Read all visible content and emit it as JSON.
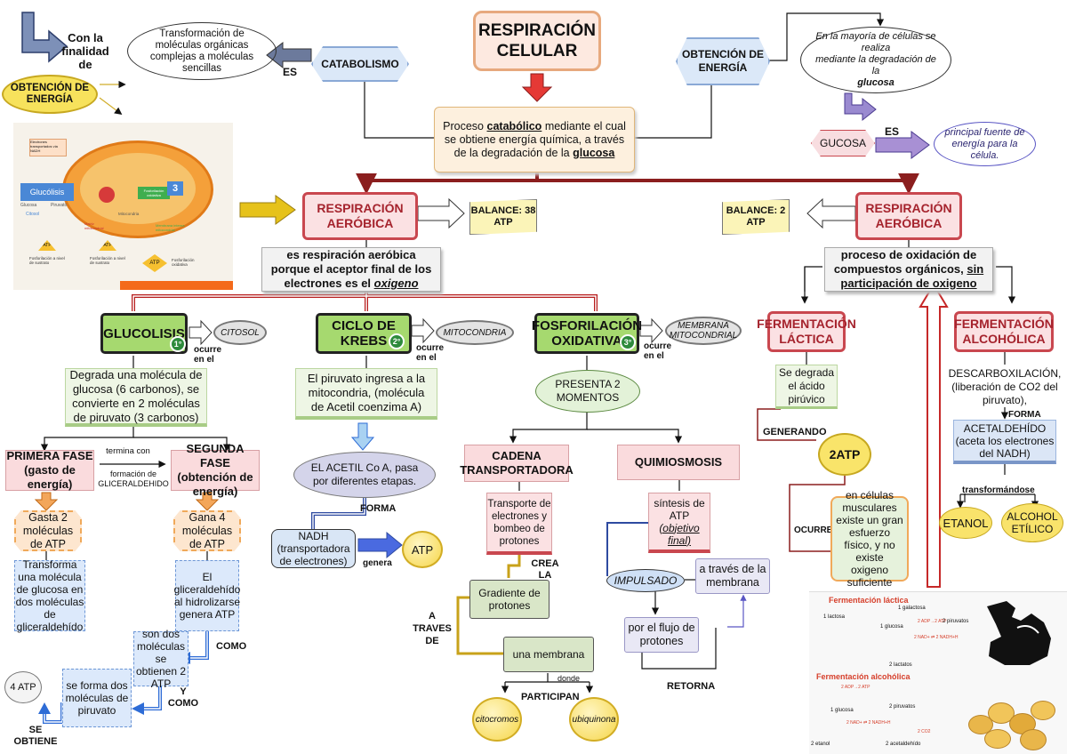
{
  "header": {
    "title_line1": "RESPIRACIÓN",
    "title_line2": "CELULAR",
    "con_la_finalidad": "Con la finalidad de",
    "obtencion_energia": "OBTENCIÓN DE ENERGÍA",
    "transformacion": "Transformación de moléculas orgánicas complejas a moléculas sencillas",
    "es": "ES",
    "catabolismo": "CATABOLISMO",
    "obtencion_energia_right": "OBTENCIÓN DE ENERGÍA",
    "mayoria_line1": "En la mayoría de células se realiza",
    "mayoria_line2": "mediante la degradación de la",
    "mayoria_glucosa": "glucosa",
    "glucosa": "GUCOSA",
    "es2": "ES",
    "principal": "principal fuente de energía para la célula.",
    "proceso_pre": "Proceso",
    "proceso_kw": "catabólico",
    "proceso_mid": "mediante el cual se obtiene energía química, a través de la degradación de la",
    "proceso_end": "glucosa"
  },
  "aerobic": {
    "title": "RESPIRACIÓN AERÓBICA",
    "balance": "BALANCE: 38 ATP",
    "desc_pre": "es respiración aeróbica porque el aceptor final de los electrones es el",
    "desc_kw": "oxigeno"
  },
  "anaerobic": {
    "title": "RESPIRACIÓN AERÓBICA",
    "balance": "BALANCE: 2  ATP",
    "desc_pre": "proceso de oxidación de compuestos orgánicos,",
    "desc_kw": "sin participación de oxigeno"
  },
  "image_labels": {
    "electrons": "Electrones transportados vía NADH",
    "glucolisis": "Glucólisis",
    "glucosa": "Glucosa",
    "piruvato": "Piruvato",
    "citosol": "Citosol",
    "fosforilacion": "Fosforilación oxidativa",
    "three": "3",
    "atp": "ATP",
    "sustrato1": "Fosforilación a nivel de sustrato",
    "sustrato2": "Fosforilación a nivel de sustrato",
    "oxidativa": "Fosforilación oxidativa",
    "matriz": "Matriz mitocondrial",
    "mitocondria": "Mitocondria",
    "membrana": "Membrana interna mitocondrial"
  },
  "glucolisis": {
    "title": "GLUCOLISIS",
    "num": "1°",
    "location": "CITOSOL",
    "ocurre": "ocurre en el",
    "desc": "Degrada una molécula de glucosa (6 carbonos), se convierte en 2 moléculas de piruvato (3 carbonos)",
    "fase1_title": "PRIMERA FASE (gasto de energía)",
    "fase2_title": "SEGUNDA FASE (obtención de energía)",
    "termina": "termina con",
    "formacion": "formación de GLICERALDEHIDO",
    "gasta": "Gasta 2 moléculas de ATP",
    "gana": "Gana 4 moléculas de ATP",
    "transforma": "Transforma una molécula de glucosa en dos moléculas de gliceraldehído",
    "hidroliza": "El gliceraldehído al hidrolizarse genera ATP",
    "como": "COMO",
    "son_dos": "son dos moléculas se obtienen 2 ATP",
    "y_como": "Y COMO",
    "se_forma": "se forma dos moléculas de piruvato",
    "cuatro_atp": "4 ATP",
    "se_obtiene": "SE OBTIENE"
  },
  "krebs": {
    "title": "CICLO DE KREBS",
    "num": "2°",
    "location": "MITOCONDRIA",
    "ocurre": "ocurre en el",
    "desc": "El piruvato ingresa a la mitocondria, (molécula de Acetil coenzima A)",
    "acetil": "EL ACETIL Co A, pasa por diferentes etapas.",
    "forma": "FORMA",
    "nadh": "NADH (transportadora de electrones)",
    "genera": "genera",
    "atp": "ATP"
  },
  "fosforilacion": {
    "title": "FOSFORILACIÓN OXIDATIVA",
    "num": "3°",
    "location": "MEMBRANA MITOCONDRIAL",
    "ocurre": "ocurre en el",
    "presenta": "PRESENTA 2 MOMENTOS",
    "cadena": "CADENA TRANSPORTADORA",
    "quimio": "QUIMIOSMOSIS",
    "transporte": "Transporte de electrones y bombeo de protones",
    "crea": "CREA LA",
    "gradiente": "Gradiente de protones",
    "a_traves": "A TRAVES DE",
    "membrana": "una membrana",
    "donde": "donde",
    "participan": "PARTICIPAN",
    "citocromos": "citocromos",
    "ubiquinona": "ubiquinona",
    "sintesis_pre": "síntesis de ATP",
    "sintesis_kw": "(objetivo final)",
    "impulsado": "IMPULSADO",
    "flujo": "por el flujo de protones",
    "traves_membrana": "a través de la membrana",
    "retorna": "RETORNA"
  },
  "lactica": {
    "title": "FERMENTACIÓN LÁCTICA",
    "desc": "Se degrada el ácido pirúvico",
    "generando": "GENERANDO",
    "atp": "2ATP",
    "ocurre": "OCURRE",
    "celulas": "en células musculares existe un gran esfuerzo físico, y no existe oxigeno suficiente"
  },
  "alcoholica": {
    "title": "FERMENTACIÓN ALCOHÓLICA",
    "desc": "DESCARBOXILACIÓN, (liberación de CO2 del piruvato),",
    "forma": "FORMA",
    "acetaldehido": "ACETALDEHÍDO (aceta los electrones del NADH)",
    "transformandose": "transformándose",
    "etanol": "ETANOL",
    "alcohol": "ALCOHOL ETÍLICO"
  },
  "ferment_panel": {
    "lactica_title": "Fermentación láctica",
    "alcoholica_title": "Fermentación alcohólica",
    "galactosa": "1 galactosa",
    "lactosa": "1 lactosa",
    "glucosa": "1 glucosa",
    "piruvatos": "2 piruvatos",
    "lactatos": "2 lactatos",
    "etanol": "2 etanol",
    "acetaldehido": "2 acetaldehído",
    "co2": "2 CO2",
    "atp_label": "2 ADP→2 ATP",
    "nadh_label": "2 NAD+ ⇄ 2 NADH+H"
  },
  "colors": {
    "dark_red": "#8b1e1e",
    "green_box": "#a6d96f",
    "pink_box": "#fbe1e3",
    "blue_hex": "#dbe8f8",
    "accent_purple": "#7b5ea7"
  }
}
